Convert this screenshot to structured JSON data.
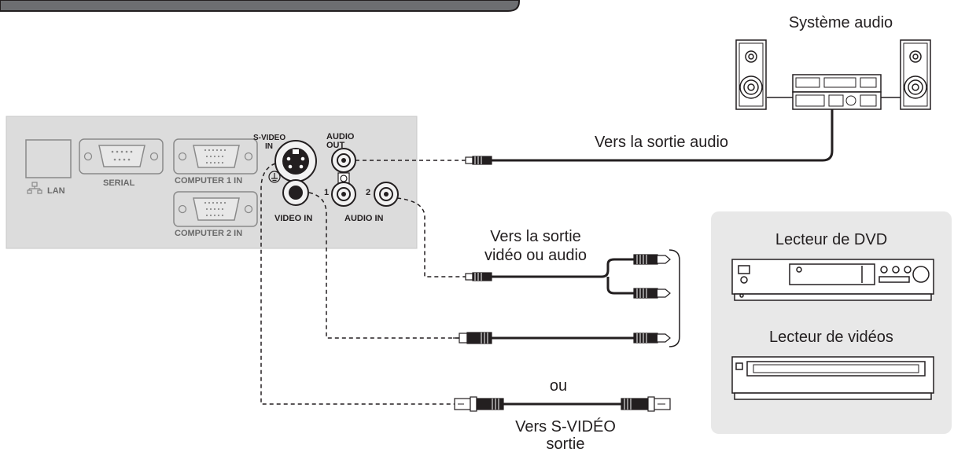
{
  "labels": {
    "audio_system": "Système audio",
    "to_audio_out": "Vers la sortie audio",
    "to_video_audio_out_line1": "Vers la sortie",
    "to_video_audio_out_line2": "vidéo ou audio",
    "dvd_player": "Lecteur de DVD",
    "video_player": "Lecteur de vidéos",
    "or": "ou",
    "to_svideo_line1": "Vers S-VIDÉO",
    "to_svideo_line2": "sortie"
  },
  "ports": {
    "lan": "LAN",
    "serial": "SERIAL",
    "computer1": "COMPUTER 1 IN",
    "computer2": "COMPUTER 2 IN",
    "svideo_line1": "S-VIDEO",
    "svideo_line2": "IN",
    "audio_out_line1": "AUDIO",
    "audio_out_line2": "OUT",
    "video_in": "VIDEO IN",
    "audio_in": "AUDIO IN",
    "audio_in_1": "1",
    "audio_in_2": "2"
  },
  "colors": {
    "panel": "#dcdcdc",
    "device_panel": "#e8e8e8",
    "line": "#231f20",
    "port_text": "#6a6a6a"
  }
}
